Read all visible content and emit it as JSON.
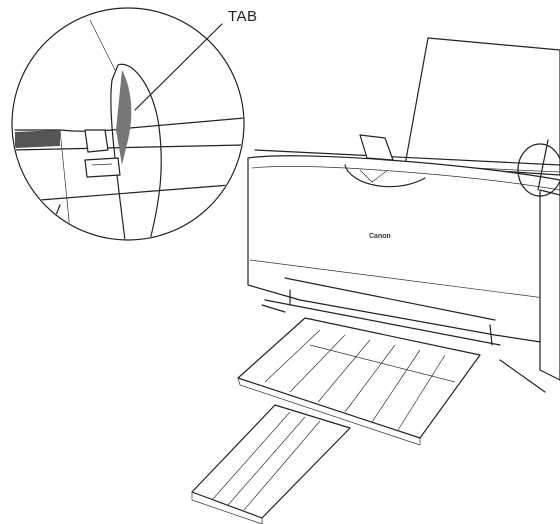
{
  "callout": {
    "label": "TAB"
  },
  "printer": {
    "brand": "Canon"
  },
  "icons": {
    "printer": "inkjet-printer-illustration",
    "detail": "magnified-paper-guide-tab"
  }
}
